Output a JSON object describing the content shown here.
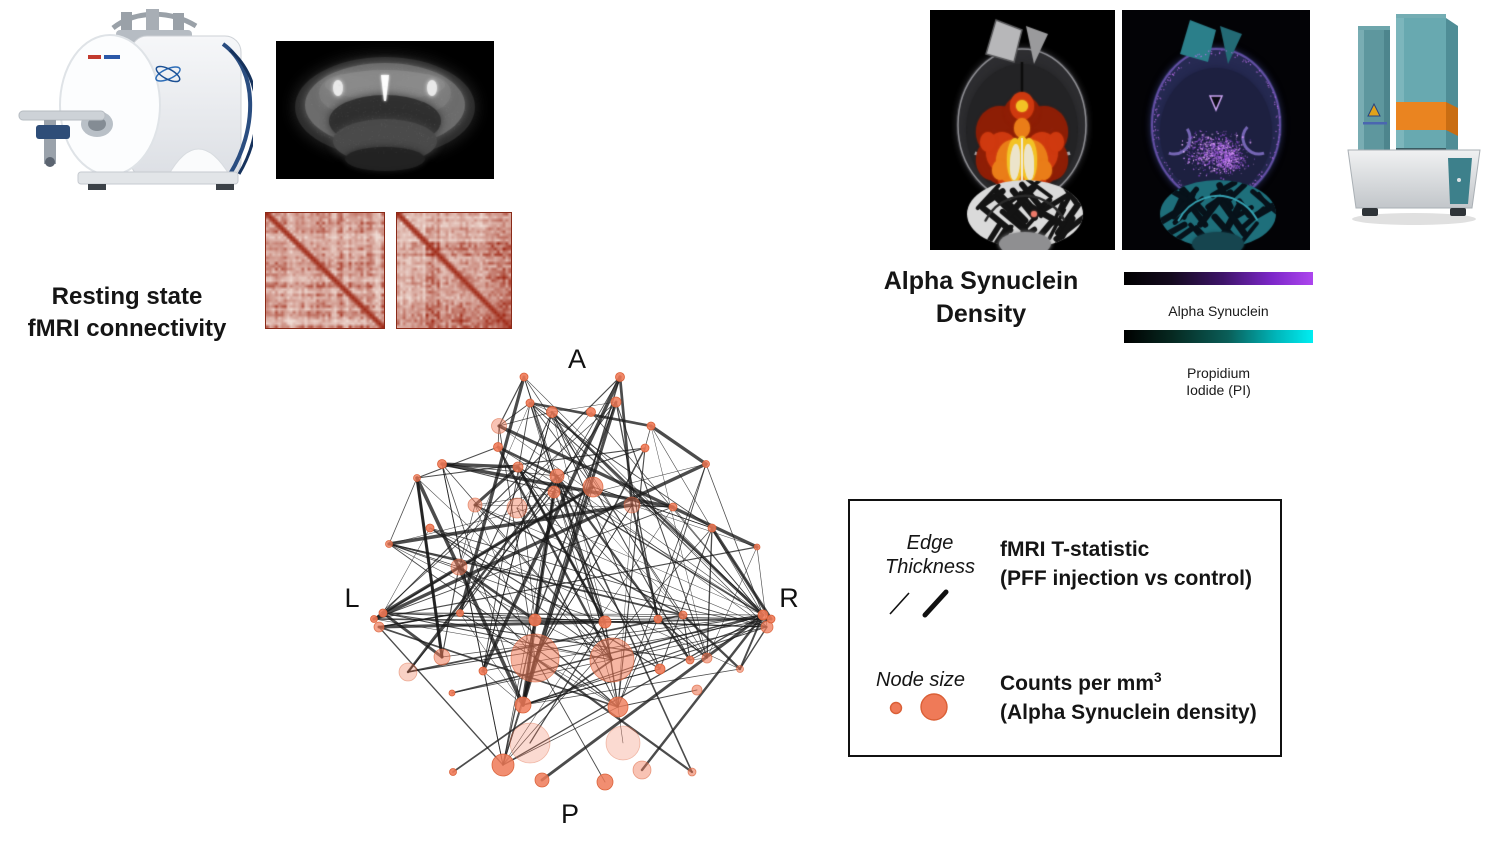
{
  "resting_panel": {
    "caption_line1": "Resting state",
    "caption_line2": "fMRI connectivity"
  },
  "network": {
    "label_anterior": "A",
    "label_posterior": "P",
    "label_left": "L",
    "label_right": "R",
    "node_color": "#ef7a58",
    "node_stroke": "#da5f36",
    "edge_color": "#1a1a1a",
    "nodes": [
      [
        194,
        42,
        4,
        0.9,
        0
      ],
      [
        290,
        42,
        4.5,
        0.9,
        0
      ],
      [
        200,
        68,
        4,
        0.9,
        0
      ],
      [
        286,
        67,
        5,
        0.85,
        0
      ],
      [
        222,
        77,
        5.5,
        0.85,
        1
      ],
      [
        261,
        77,
        4.5,
        0.9,
        0
      ],
      [
        169,
        91,
        7.5,
        0.45,
        0
      ],
      [
        321,
        91,
        4,
        0.9,
        0
      ],
      [
        315,
        113,
        4,
        0.9,
        0
      ],
      [
        168,
        112,
        4.5,
        0.9,
        0
      ],
      [
        112,
        129,
        4.5,
        0.9,
        0
      ],
      [
        87,
        143,
        3.5,
        0.8,
        0
      ],
      [
        376,
        129,
        3.5,
        0.85,
        0
      ],
      [
        188,
        132,
        5,
        0.8,
        0
      ],
      [
        227,
        141,
        7,
        0.8,
        1
      ],
      [
        263,
        152,
        10,
        0.7,
        1
      ],
      [
        224,
        157,
        6,
        0.8,
        0
      ],
      [
        145,
        170,
        7,
        0.5,
        0
      ],
      [
        187,
        173,
        10,
        0.45,
        0
      ],
      [
        302,
        170,
        8,
        0.45,
        0
      ],
      [
        343,
        172,
        4,
        0.85,
        0
      ],
      [
        100,
        193,
        4,
        0.9,
        0
      ],
      [
        382,
        193,
        4,
        0.85,
        0
      ],
      [
        59,
        209,
        3.5,
        0.8,
        0
      ],
      [
        427,
        212,
        3,
        0.85,
        0
      ],
      [
        129,
        232,
        8,
        0.5,
        0
      ],
      [
        53,
        278,
        4,
        0.9,
        1
      ],
      [
        49,
        292,
        5,
        0.7,
        0
      ],
      [
        44,
        284,
        3.5,
        0.9,
        0
      ],
      [
        130,
        278,
        3.5,
        0.9,
        0
      ],
      [
        205,
        285,
        6,
        0.9,
        1
      ],
      [
        275,
        287,
        6,
        0.9,
        1
      ],
      [
        328,
        284,
        4,
        0.9,
        0
      ],
      [
        353,
        280,
        4,
        0.85,
        0
      ],
      [
        433,
        280,
        5,
        0.9,
        1
      ],
      [
        437,
        292,
        6,
        0.75,
        1
      ],
      [
        441,
        284,
        4,
        0.9,
        0
      ],
      [
        112,
        322,
        8,
        0.55,
        0
      ],
      [
        78,
        337,
        9,
        0.35,
        0
      ],
      [
        153,
        336,
        4,
        0.9,
        0
      ],
      [
        205,
        323,
        24,
        0.55,
        1
      ],
      [
        282,
        325,
        22,
        0.55,
        1
      ],
      [
        330,
        334,
        5,
        0.9,
        0
      ],
      [
        360,
        325,
        4,
        0.85,
        0
      ],
      [
        377,
        323,
        5,
        0.6,
        0
      ],
      [
        410,
        334,
        3.5,
        0.6,
        0
      ],
      [
        122,
        358,
        3,
        0.9,
        0
      ],
      [
        193,
        370,
        8,
        0.85,
        1
      ],
      [
        288,
        372,
        10,
        0.8,
        1
      ],
      [
        367,
        355,
        5,
        0.6,
        0
      ],
      [
        200,
        408,
        20,
        0.28,
        0
      ],
      [
        293,
        408,
        17,
        0.28,
        0
      ],
      [
        173,
        430,
        11,
        0.85,
        1
      ],
      [
        123,
        437,
        3.5,
        0.9,
        0
      ],
      [
        212,
        445,
        7,
        0.85,
        0
      ],
      [
        275,
        447,
        8,
        0.85,
        0
      ],
      [
        312,
        435,
        9,
        0.45,
        0
      ],
      [
        362,
        437,
        4,
        0.6,
        0
      ]
    ]
  },
  "alpha_panel": {
    "caption_line1": "Alpha Synuclein",
    "caption_line2": "Density",
    "alpha_colorbar_label": "Alpha Synuclein",
    "alpha_colorbar_end_color": "#ad46ee",
    "pi_colorbar_label_line1": "Propidium",
    "pi_colorbar_label_line2": "Iodide (PI)",
    "pi_colorbar_end_color": "#00eef2"
  },
  "legend": {
    "edge_label_line1": "Edge",
    "edge_label_line2": "Thickness",
    "edge_desc_line1": "fMRI T-statistic",
    "edge_desc_line2": "(PFF injection vs control)",
    "node_label": "Node size",
    "node_desc_line1": "Counts per mm",
    "node_desc_sup": "3",
    "node_desc_line2": "(Alpha Synuclein density)"
  }
}
